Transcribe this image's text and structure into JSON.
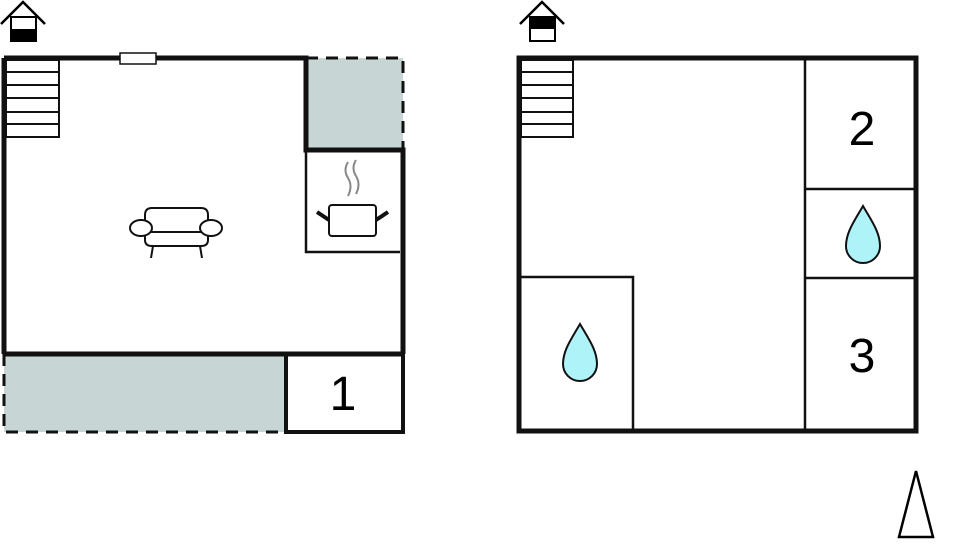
{
  "floors": [
    {
      "name": "ground-floor",
      "level_icon": "house-level-ground-icon",
      "rooms": [
        {
          "id": "living",
          "icon": "sofa-icon"
        },
        {
          "id": "kitchen",
          "icon": "cooking-pot-icon"
        },
        {
          "id": "bedroom-1",
          "label": "1"
        },
        {
          "id": "terrace-top-right",
          "type": "outdoor"
        },
        {
          "id": "terrace-bottom",
          "type": "outdoor"
        },
        {
          "id": "stairs",
          "icon": "stairs-icon"
        }
      ]
    },
    {
      "name": "upper-floor",
      "level_icon": "house-level-upper-icon",
      "rooms": [
        {
          "id": "bedroom-2",
          "label": "2"
        },
        {
          "id": "bathroom-right",
          "icon": "water-drop-icon"
        },
        {
          "id": "bedroom-3",
          "label": "3"
        },
        {
          "id": "bathroom-left",
          "icon": "water-drop-icon"
        },
        {
          "id": "stairs",
          "icon": "stairs-icon"
        }
      ]
    }
  ],
  "labels": {
    "room1": "1",
    "room2": "2",
    "room3": "3"
  },
  "compass": "north-arrow-icon",
  "colors": {
    "wall": "#111111",
    "outdoor": "#c8d5d5",
    "water": "#aef3f8",
    "steam": "#888888"
  }
}
